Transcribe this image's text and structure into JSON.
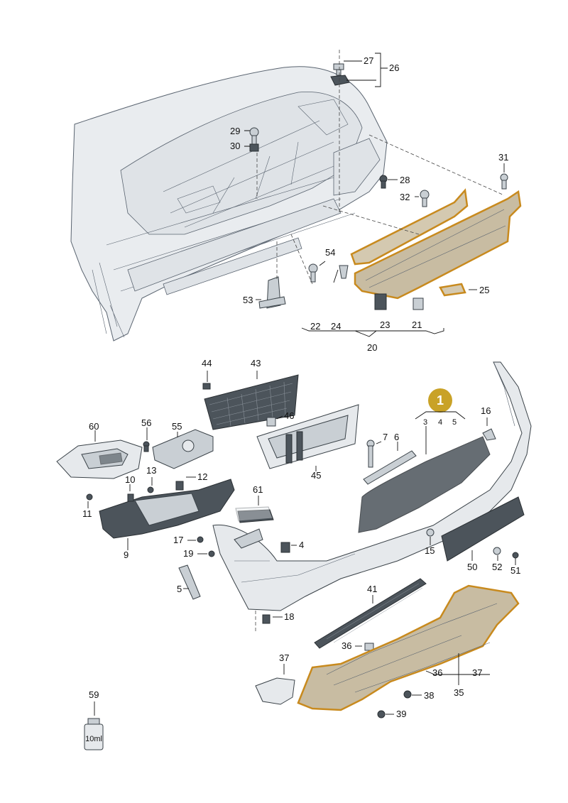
{
  "badge": {
    "label": "1",
    "color": "#c9a227"
  },
  "colors": {
    "highlight_outline": "#c88a1e",
    "highlight_fill": "#c8bca2",
    "part_grey": "#c9cfd4",
    "dark_part": "#4c545b"
  },
  "callouts": {
    "c3": "3",
    "c4": "4",
    "c4b": "4",
    "c5": "5",
    "c5b": "5",
    "c6": "6",
    "c7": "7",
    "c9": "9",
    "c10": "10",
    "c11": "11",
    "c12": "12",
    "c13": "13",
    "c15": "15",
    "c16": "16",
    "c17": "17",
    "c18": "18",
    "c19": "19",
    "c20": "20",
    "c21": "21",
    "c22": "22",
    "c23": "23",
    "c24": "24",
    "c25": "25",
    "c26": "26",
    "c27": "27",
    "c28": "28",
    "c29": "29",
    "c30": "30",
    "c31": "31",
    "c32": "32",
    "c35": "35",
    "c36": "36",
    "c36b": "36",
    "c37": "37",
    "c37b": "37",
    "c38": "38",
    "c39": "39",
    "c41": "41",
    "c43": "43",
    "c44": "44",
    "c45": "45",
    "c46": "46",
    "c50": "50",
    "c51": "51",
    "c52": "52",
    "c53": "53",
    "c54": "54",
    "c55": "55",
    "c56": "56",
    "c59": "59",
    "c60": "60",
    "c61": "61"
  },
  "bottle_label": "10ml"
}
